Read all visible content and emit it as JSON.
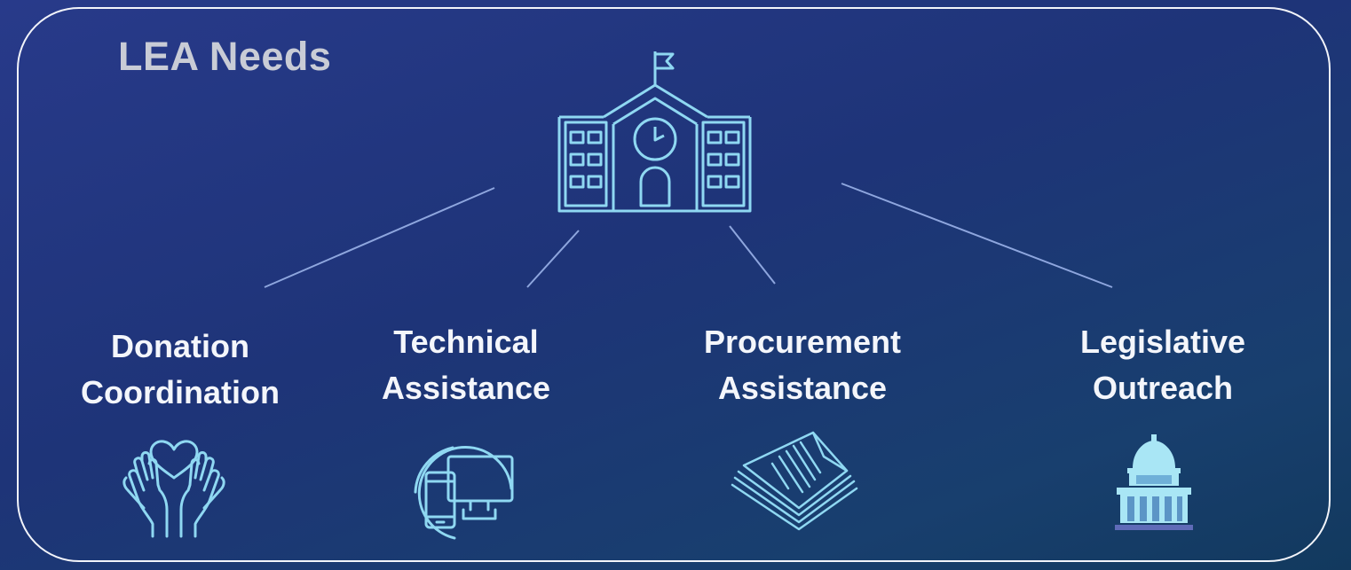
{
  "header": {
    "title": "LEA Needs"
  },
  "center": {
    "icon": "school-building-icon"
  },
  "needs": [
    {
      "line1": "Donation",
      "line2": "Coordination",
      "icon": "hands-heart-icon"
    },
    {
      "line1": "Technical",
      "line2": "Assistance",
      "icon": "devices-icon"
    },
    {
      "line1": "Procurement",
      "line2": "Assistance",
      "icon": "documents-icon"
    },
    {
      "line1": "Legislative",
      "line2": "Outreach",
      "icon": "capitol-icon"
    }
  ],
  "colors": {
    "icon_stroke": "#8fd8f2",
    "line": "#8ea6de",
    "text": "#f4f6fb",
    "title": "#c9ccd6"
  }
}
